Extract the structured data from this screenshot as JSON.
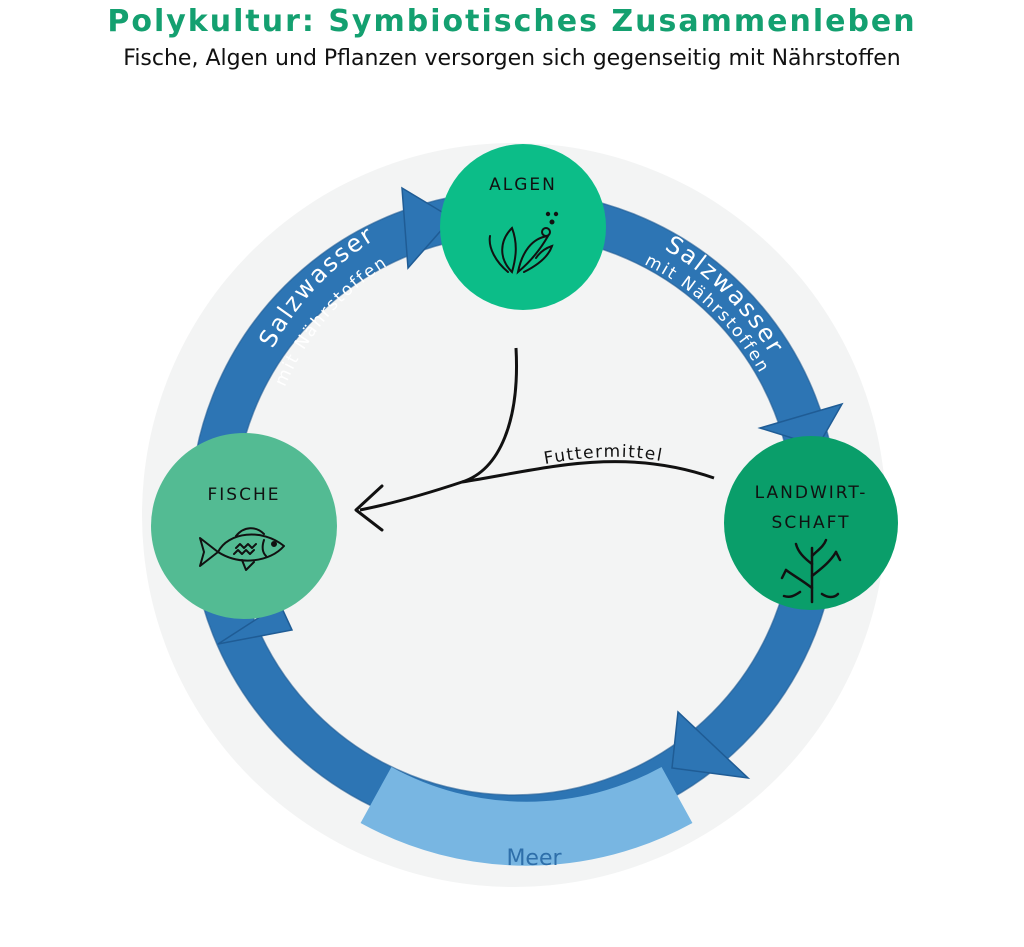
{
  "title": "Polykultur: Symbiotisches Zusammenleben",
  "subtitle": "Fische, Algen und Pflanzen versorgen sich gegenseitig mit Nährstoffen",
  "nodes": {
    "algen": {
      "label": "ALGEN",
      "icon": "seaweed-icon",
      "color": "#0cbd88"
    },
    "fische": {
      "label": "FISCHE",
      "icon": "fish-icon",
      "color": "#53bb93"
    },
    "landwirtschaft": {
      "label_line1": "LANDWIRT-",
      "label_line2": "SCHAFT",
      "icon": "plant-icon",
      "color": "#0a9e6a"
    }
  },
  "flows": {
    "left": {
      "line1": "Salzwasser",
      "line2": "mit Nährstoffen"
    },
    "right": {
      "line1": "Salzwasser",
      "line2": "mit Nährstoffen"
    },
    "feed": "Futtermittel",
    "sea": "Meer"
  },
  "colors": {
    "title": "#14a070",
    "ring": "#2d75b4",
    "sea_segment": "#78b6e2",
    "background_disc": "#f3f4f4"
  }
}
